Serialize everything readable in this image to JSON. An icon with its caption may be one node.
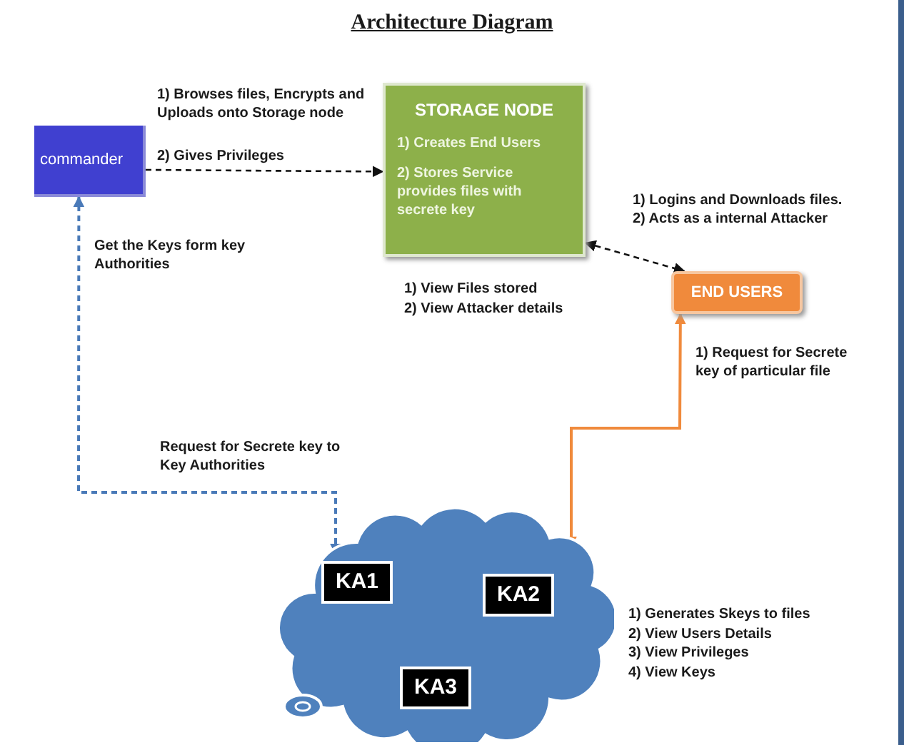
{
  "diagram": {
    "title": "Architecture Diagram",
    "nodes": [
      {
        "text": [
          "commander"
        ]
      },
      {
        "text": [
          "STORAGE NODE",
          "1) Creates End Users",
          "2) Stores Service provides files with secrete key"
        ],
        "beside": [
          "1) View Files stored",
          "2) View Attacker details"
        ]
      },
      {
        "text": [
          "END USERS"
        ]
      },
      {
        "text": [],
        "shape": "cloud",
        "beside": [
          "1)  Generates Skeys  to files",
          "2) View Users Details",
          "3) View Privileges",
          "4) View Keys"
        ]
      },
      {
        "text": [
          "KA1"
        ],
        "in": 3
      },
      {
        "text": [
          "KA2"
        ],
        "in": 3
      },
      {
        "text": [
          "KA3"
        ],
        "in": 3
      }
    ],
    "edges": [
      {
        "from": 0,
        "to": 1,
        "arrow": "to",
        "style": "dashed"
      },
      {
        "from": 1,
        "to": 2,
        "arrow": "both",
        "style": "dashed"
      },
      {
        "from": 3,
        "to": 0,
        "arrow": "both",
        "style": "dashed",
        "color": "#4a7ab8"
      },
      {
        "from": 3,
        "to": 2,
        "arrow": "both",
        "color": "#f08a3c"
      }
    ],
    "labels": [
      "1) Browses files, Encrypts and Uploads onto Storage node",
      "2) Gives Privileges",
      "Get the Keys form key Authorities",
      "1) Logins and Downloads files.",
      "2) Acts as a internal Attacker",
      "1) Request for Secrete key of particular file",
      "Request for Secrete key to Key Authorities"
    ]
  }
}
